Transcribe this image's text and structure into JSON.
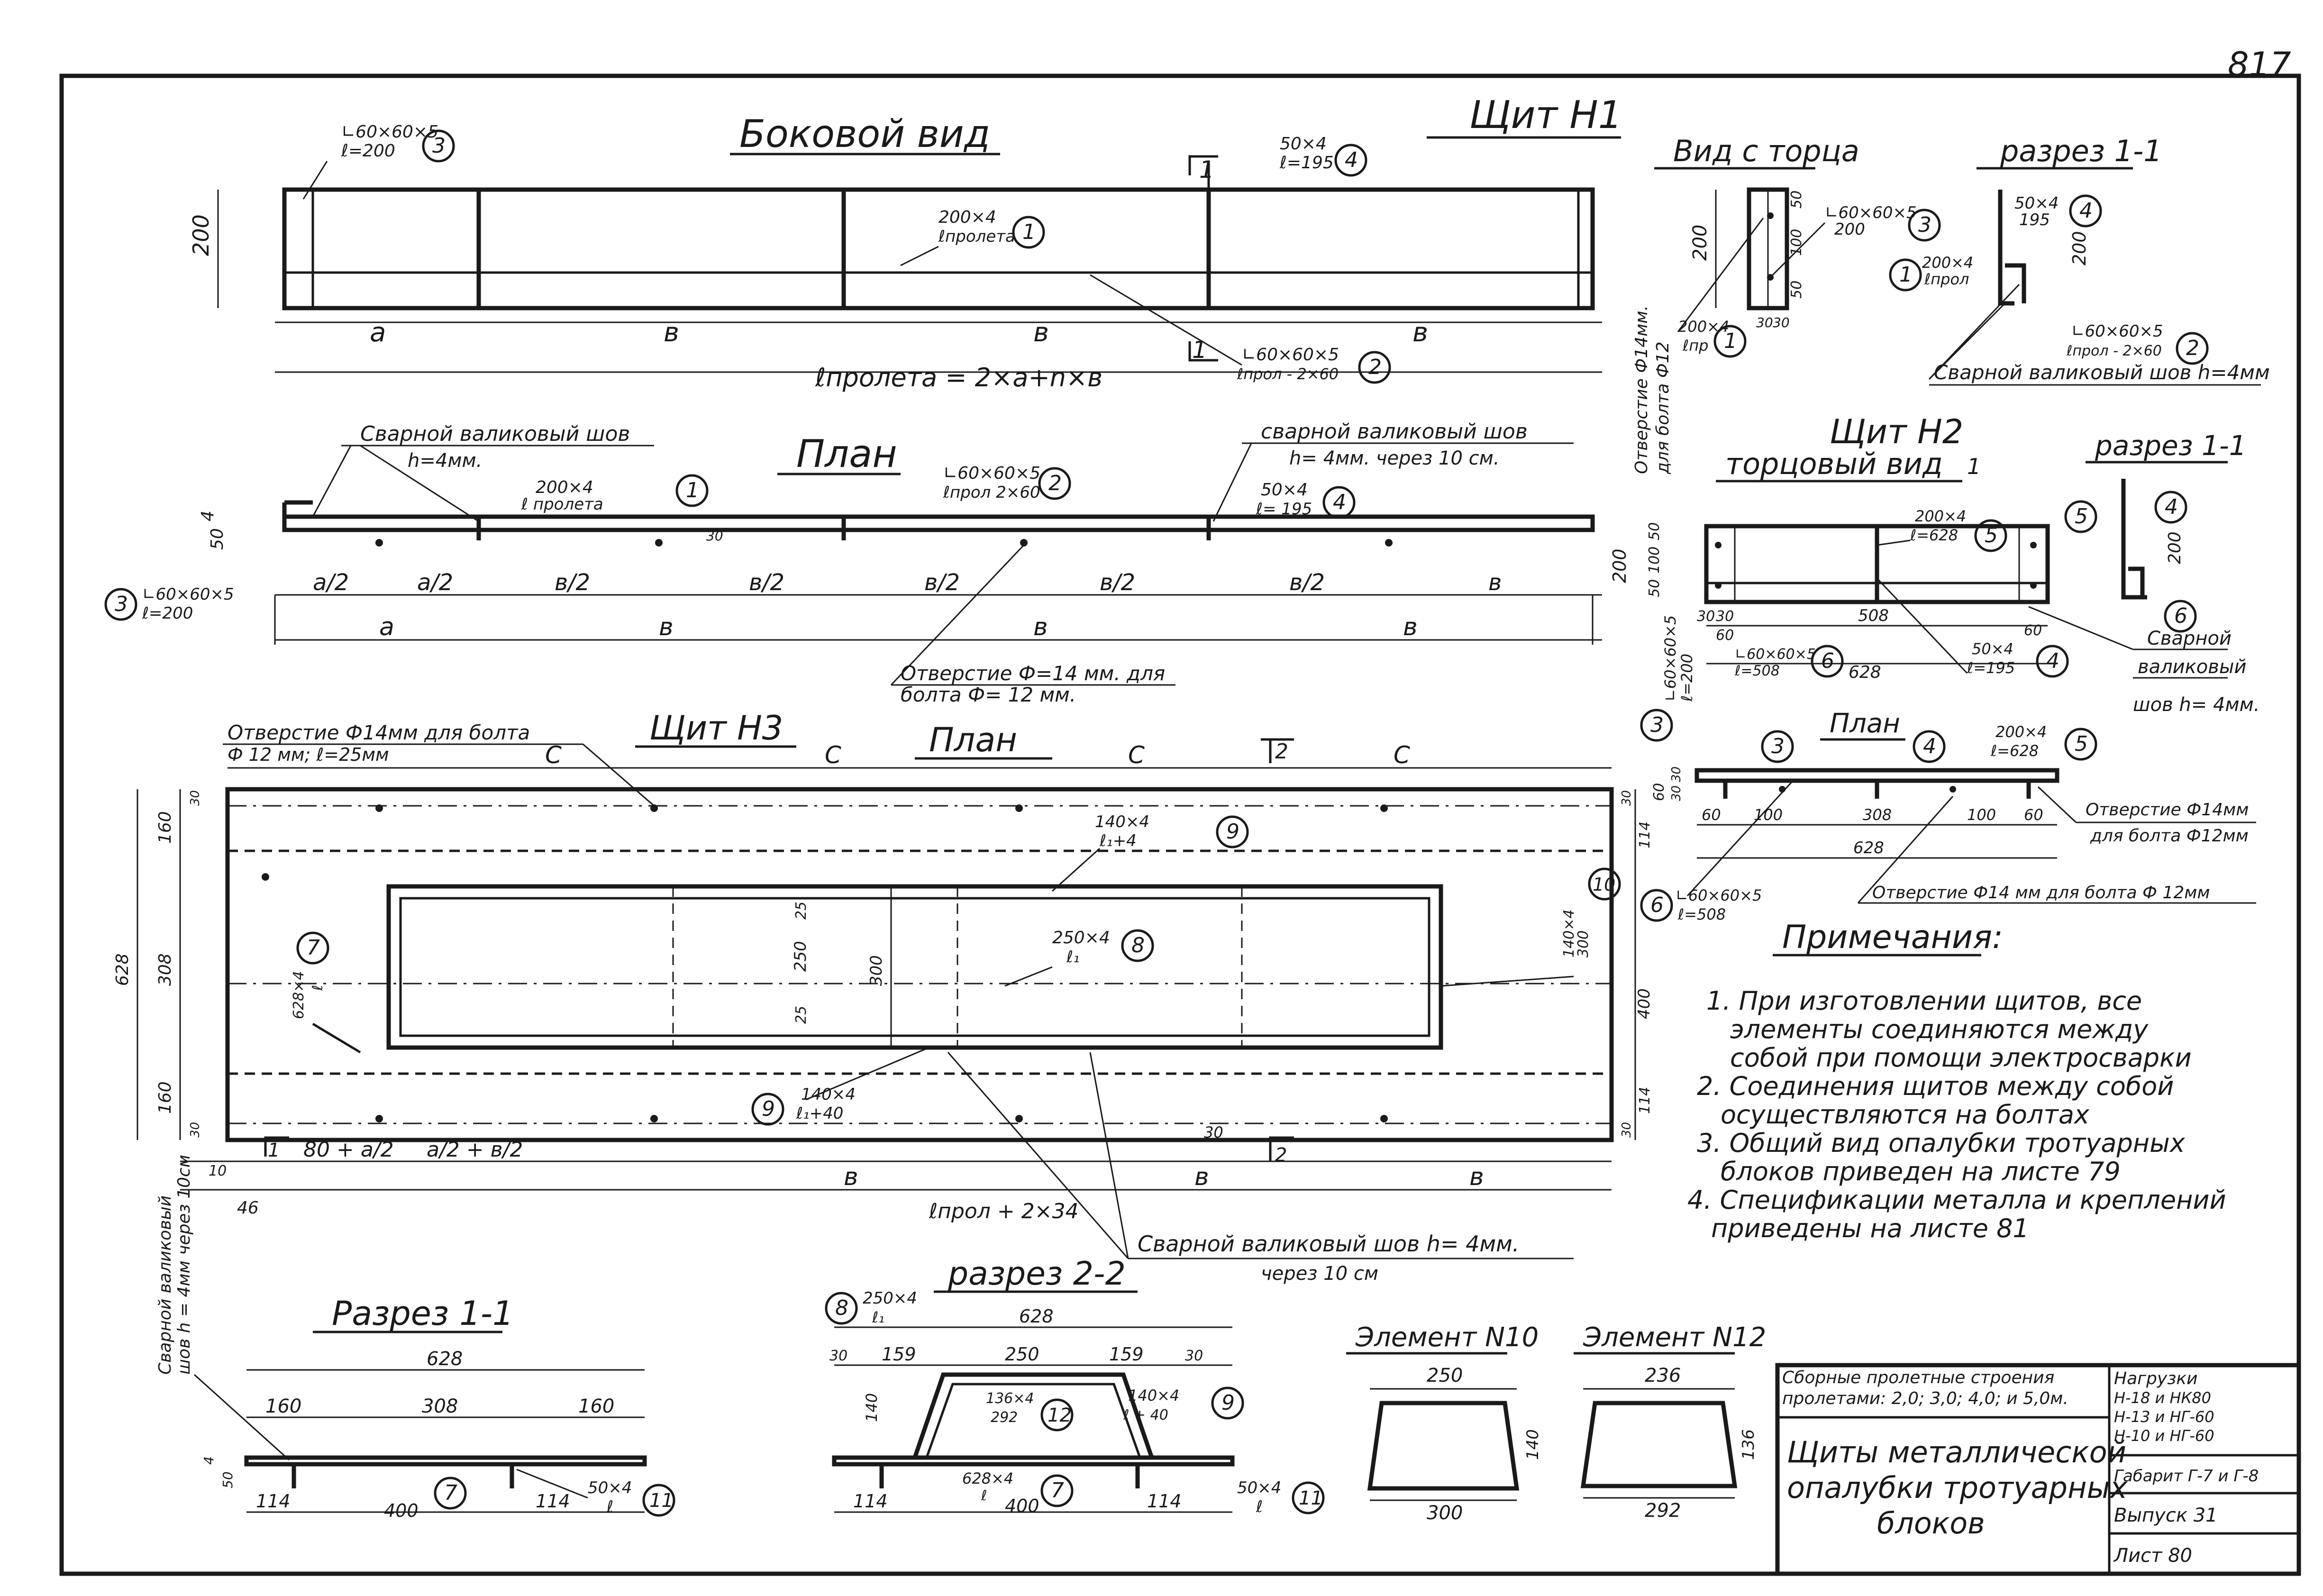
{
  "sheet": {
    "page_mark": "817",
    "title_block": {
      "description": "Сборные пролетные строения пролетами: 2,0; 3,0; 4,0; и 5,0м.",
      "loads": [
        "Нагрузки",
        "Н-18 и НК80",
        "Н-13 и НГ-60",
        "Н-10 и НГ-60"
      ],
      "drawing_title": [
        "Щиты металлической",
        "опалубки тротуарных",
        "блоков"
      ],
      "gabarit": "Габарит Г-7 и Г-8",
      "issue": "Выпуск 31",
      "sheet": "Лист 80"
    }
  },
  "side_view": {
    "title": "Боковой вид",
    "shield_title": "Щит Н1",
    "height": "200",
    "labels": {
      "angle3": "∟60×60×5",
      "angle3_len": "ℓ=200",
      "plate1": "200×4",
      "plate1_len": "ℓпролета",
      "rib4": "50×4",
      "rib4_len": "ℓ=195",
      "angle2": "∟60×60×5",
      "angle2_len": "ℓпрол - 2×60",
      "section": "1",
      "span_formula": "ℓпролета = 2×а+n×в"
    },
    "dims": [
      "а",
      "в",
      "в",
      "в"
    ]
  },
  "plan1": {
    "title": "План",
    "weld_left": "Сварной валиковый шов",
    "weld_left_h": "h=4мм.",
    "weld_right": "сварной валиковый шов",
    "weld_right_h": "h= 4мм. через 10 см.",
    "plate1": "200×4",
    "plate1_len": "ℓ пролета",
    "angle2": "∟60×60×5",
    "angle2_len": "ℓпрол 2×60",
    "rib4": "50×4",
    "rib4_len": "ℓ= 195",
    "angle3": "∟60×60×5",
    "angle3_len": "ℓ=200",
    "h1": "4",
    "h2": "50",
    "d30": "30",
    "dims_half": [
      "а/2",
      "а/2",
      "в/2",
      "в/2",
      "в/2",
      "в/2",
      "в/2",
      "в"
    ],
    "dims_full": [
      "а",
      "в",
      "в",
      "в"
    ],
    "hole": "Отверстие Ф=14 мм. для",
    "hole2": "болта Ф= 12 мм."
  },
  "end_view": {
    "title": "Вид с торца",
    "dims": [
      "200",
      "50",
      "100",
      "50",
      "30",
      "30"
    ],
    "angle3": "∟60×60×5",
    "angle3_len": "200",
    "plate1": "200×4",
    "plate1_len": "ℓпр",
    "hole": "Отверстие Ф14мм.",
    "hole2": "для болта Ф12"
  },
  "section_h1": {
    "title": "разрез 1-1",
    "rib4": "50×4",
    "rib4_len": "195",
    "plate1": "200×4",
    "plate1_len": "ℓпрол",
    "height": "200",
    "angle2": "∟60×60×5",
    "angle2_len": "ℓпрол - 2×60",
    "weld": "Сварной валиковый шов h=4мм"
  },
  "shield_h2": {
    "title": "Щит Н2",
    "subtitle": "торцовый вид",
    "section_mark": "1",
    "dims_v": [
      "200",
      "50",
      "100",
      "50"
    ],
    "plate5": "200×4",
    "plate5_len": "ℓ=628",
    "angle6": "∟60×60×5",
    "angle6_len": "ℓ=508",
    "rib4": "50×4",
    "rib4_len": "ℓ=195",
    "angle3": "∟60×60×5",
    "angle3_len": "ℓ=200",
    "d_bottom": [
      "30",
      "30",
      "60",
      "508",
      "60",
      "628"
    ],
    "section_title": "разрез 1-1",
    "section_h": "200",
    "weld": [
      "Сварной",
      "валиковый",
      "шов  h= 4мм."
    ]
  },
  "plan_h2": {
    "title": "План",
    "plate5": "200×4",
    "plate5_len": "ℓ=628",
    "hole": "Отверстие Ф14мм",
    "hole2": "для болта Ф12мм",
    "hole3": "Отверстие Ф14 мм для болта Ф 12мм",
    "dims": [
      "60",
      "100",
      "308",
      "100",
      "60",
      "628"
    ],
    "dims_v": [
      "60",
      "30",
      "30"
    ],
    "angle6": "∟60×60×5",
    "angle6_len": "ℓ=508"
  },
  "shield_h3": {
    "title": "Щит Н3",
    "plan_title": "План",
    "hole_note": "Отверстие Ф14мм для болта",
    "hole_note2": "Ф 12 мм; ℓ=25мм",
    "top_dims": [
      "С",
      "С",
      "С",
      "С"
    ],
    "section2": "2",
    "plate9": "140×4",
    "plate9_len": "ℓ₁+4",
    "plate9b": "140×4",
    "plate9b_len": "ℓ₁+40",
    "plate8": "250×4",
    "plate8_len": "ℓ₁",
    "plate10": "140×4",
    "plate10_len": "300",
    "plate7": "628×4",
    "plate7_len": "ℓ",
    "inner_dims": [
      "25",
      "250",
      "25",
      "300"
    ],
    "left_dims": [
      "160",
      "308",
      "628",
      "160",
      "30",
      "30"
    ],
    "right_dims": [
      "30",
      "114",
      "400",
      "114",
      "30"
    ],
    "bottom_dims": [
      "80 + а/2",
      "а/2 + в/2",
      "в",
      "в",
      "в"
    ],
    "d30": "30",
    "d46": "46",
    "d10": "10",
    "bottom_formula": "ℓпрол + 2×34",
    "weld": "Сварной валиковый шов  h= 4мм.",
    "weld2": "через  10 см",
    "weld_left": "Сварной валиковый",
    "weld_left2": "шов h = 4мм через 10см"
  },
  "notes": {
    "title": "Примечания:",
    "items": [
      "1. При изготовлении щитов, все",
      "элементы соединяются между",
      "собой при помощи электросварки",
      "2. Соединения щитов между собой",
      "осуществляются на болтах",
      "3. Общий вид опалубки тротуарных",
      "блоков приведен на листе 79",
      "4. Спецификации металла и креплений",
      "приведены на листе 81"
    ]
  },
  "section11": {
    "title": "Разрез 1-1",
    "dims_top": [
      "628",
      "160",
      "308",
      "160"
    ],
    "dims_bottom": [
      "114",
      "400",
      "114"
    ],
    "dims_v": [
      "4",
      "50"
    ],
    "rib11": "50×4",
    "rib11_len": "ℓ"
  },
  "section22": {
    "title": "разрез 2-2",
    "plate8": "250×4",
    "plate8_len": "ℓ₁",
    "dims_top": [
      "628",
      "30",
      "159",
      "250",
      "159",
      "30"
    ],
    "plate12": "136×4",
    "plate12_len": "292",
    "plate9": "140×4",
    "plate9_len": "ℓ + 40",
    "height": "140",
    "plate7": "628×4",
    "plate7_len": "ℓ",
    "dims_bottom": [
      "114",
      "400",
      "114"
    ],
    "rib11": "50×4",
    "rib11_len": "ℓ"
  },
  "element10": {
    "title": "Элемент N10",
    "top": "250",
    "bottom": "300",
    "height": "140"
  },
  "element12": {
    "title": "Элемент N12",
    "top": "236",
    "bottom": "292",
    "height": "136"
  },
  "callouts": [
    "1",
    "2",
    "3",
    "4",
    "5",
    "6",
    "7",
    "8",
    "9",
    "10",
    "11",
    "12"
  ]
}
